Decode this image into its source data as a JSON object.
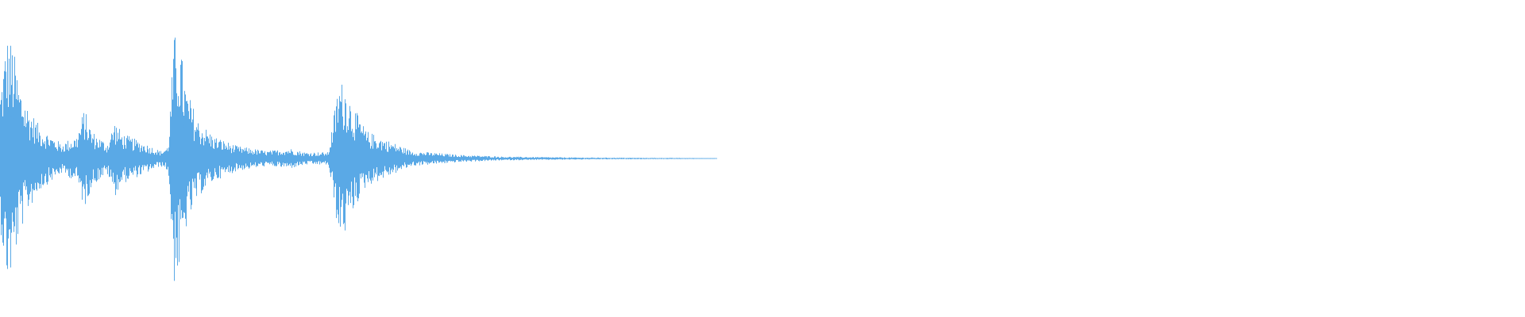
{
  "waveform": {
    "color": "#5aa9e6",
    "background": "#ffffff",
    "note": "",
    "audio_length_fraction_of_width": 0.47,
    "envelope": [
      {
        "t": 0.0,
        "amp": 0.55
      },
      {
        "t": 0.004,
        "amp": 0.98
      },
      {
        "t": 0.008,
        "amp": 0.92
      },
      {
        "t": 0.012,
        "amp": 0.62
      },
      {
        "t": 0.018,
        "amp": 0.42
      },
      {
        "t": 0.026,
        "amp": 0.25
      },
      {
        "t": 0.04,
        "amp": 0.12
      },
      {
        "t": 0.05,
        "amp": 0.18
      },
      {
        "t": 0.055,
        "amp": 0.4
      },
      {
        "t": 0.06,
        "amp": 0.22
      },
      {
        "t": 0.07,
        "amp": 0.12
      },
      {
        "t": 0.075,
        "amp": 0.3
      },
      {
        "t": 0.08,
        "amp": 0.2
      },
      {
        "t": 0.095,
        "amp": 0.12
      },
      {
        "t": 0.105,
        "amp": 0.06
      },
      {
        "t": 0.11,
        "amp": 0.1
      },
      {
        "t": 0.114,
        "amp": 0.99
      },
      {
        "t": 0.118,
        "amp": 0.9
      },
      {
        "t": 0.122,
        "amp": 0.55
      },
      {
        "t": 0.13,
        "amp": 0.3
      },
      {
        "t": 0.14,
        "amp": 0.18
      },
      {
        "t": 0.155,
        "amp": 0.1
      },
      {
        "t": 0.175,
        "amp": 0.06
      },
      {
        "t": 0.19,
        "amp": 0.08
      },
      {
        "t": 0.2,
        "amp": 0.05
      },
      {
        "t": 0.215,
        "amp": 0.05
      },
      {
        "t": 0.222,
        "amp": 0.62
      },
      {
        "t": 0.226,
        "amp": 0.6
      },
      {
        "t": 0.232,
        "amp": 0.4
      },
      {
        "t": 0.24,
        "amp": 0.22
      },
      {
        "t": 0.255,
        "amp": 0.14
      },
      {
        "t": 0.27,
        "amp": 0.06
      },
      {
        "t": 0.3,
        "amp": 0.03
      },
      {
        "t": 0.33,
        "amp": 0.015
      },
      {
        "t": 0.38,
        "amp": 0.008
      },
      {
        "t": 0.43,
        "amp": 0.005
      },
      {
        "t": 0.47,
        "amp": 0.003
      },
      {
        "t": 0.471,
        "amp": 0.0
      },
      {
        "t": 1.0,
        "amp": 0.0
      }
    ]
  }
}
